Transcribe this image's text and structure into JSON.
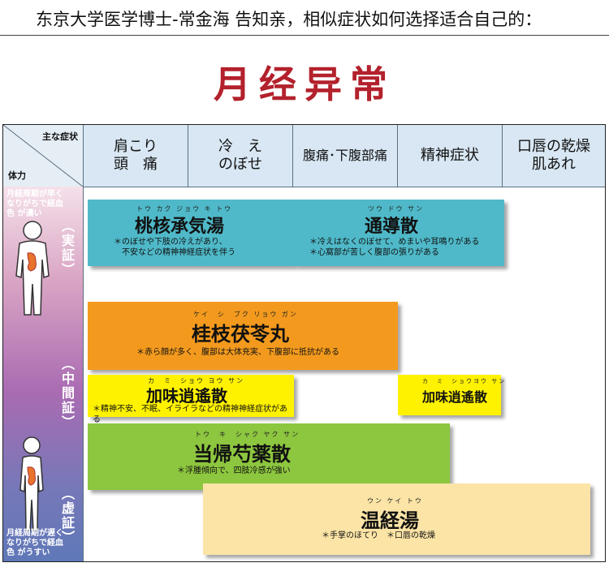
{
  "header": {
    "text": "东京大学医学博士-常金海 告知亲，相似症状如何选择适合自己的："
  },
  "title": "月经异常",
  "table": {
    "corner_top": "主な症状",
    "corner_bottom": "体力",
    "columns": [
      {
        "label": "肩こり\n頭　痛"
      },
      {
        "label": "冷　え\nのぼせ"
      },
      {
        "label": "腹痛･下腹部痛"
      },
      {
        "label": "精神症状"
      },
      {
        "label": "口唇の乾燥\n肌あれ"
      }
    ],
    "side": {
      "top_note": "月経周期が早く なりがちで経血色 が濃い",
      "bottom_note": "月経周期が遅く なりがちで経血色 がうすい",
      "jissho": "（実証）",
      "chukansho": "（中間証）",
      "kyosho": "（虚証）"
    },
    "remedies": [
      {
        "ruby": "トウ カク ジョウ キ トウ",
        "name": "桃核承気湯",
        "note": "＊のぼせや下肢の冷えがあり、\n　不安などの精神神経症状を伴う",
        "color": "#4fb9c9"
      },
      {
        "ruby": "ツウ ドウ サン",
        "name": "通導散",
        "note": "＊冷えはなくのぼせて、めまいや耳鳴りがある\n＊心窩部が苦しく腹部の張りがある",
        "color": "#4fb9c9"
      },
      {
        "ruby": "ケイ　シ　ブク リョウ ガン",
        "name": "桂枝茯苓丸",
        "note": "＊赤ら顔が多く、腹部は大体充実、下腹部に抵抗がある",
        "color": "#f39a1e"
      },
      {
        "ruby": "カ　ミ　ショウ ヨウ サン",
        "name": "加味逍遙散",
        "note": "＊精神不安、不眠、イライラなどの精神神経症状がある",
        "color": "#fff200"
      },
      {
        "ruby": "カ　ミ　ショウヨウ サン",
        "name": "加味逍遙散",
        "note": "",
        "color": "#fff200"
      },
      {
        "ruby": "トウ　キ　シャク ヤク サン",
        "name": "当帰芍薬散",
        "note": "＊浮腫傾向で、四肢冷感が強い",
        "color": "#8dc63f"
      },
      {
        "ruby": "ウン ケイ トウ",
        "name": "温経湯",
        "note": "＊手掌のほてり　＊口唇の乾燥",
        "color": "#fbe4a6"
      }
    ]
  }
}
